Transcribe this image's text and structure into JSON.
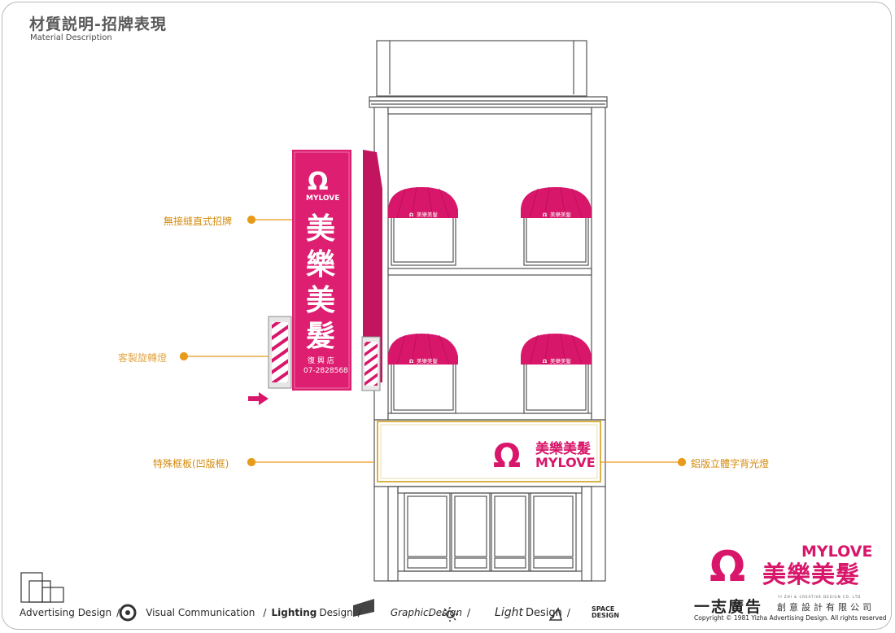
{
  "page": {
    "title": "材質説明-招牌表現",
    "subtitle": "Material Description"
  },
  "sign": {
    "logo_text": "MYLOVE",
    "chars": [
      "美",
      "樂",
      "美",
      "髮"
    ],
    "branch": "復 興 店",
    "phone": "07-2828568"
  },
  "awning_text": "美樂美髮",
  "frame_sign": {
    "chinese": "美樂美髮",
    "english": "MYLOVE"
  },
  "callouts": {
    "vertical_sign": "無接縫直式招牌",
    "barber_pole": "客製旋轉燈",
    "frame_board": "特殊框板(凹版框)",
    "letters_backlight": "鋁版立體字背光燈"
  },
  "footer": {
    "items": [
      "Advertising Design",
      "/",
      "Visual Communication",
      "/",
      "Lighting",
      "Design",
      "/",
      "GraphicDesign",
      "/",
      "Light",
      "Design",
      "/",
      "SPACE DESIGN"
    ]
  },
  "brand": {
    "mylove": "MYLOVE",
    "name": "美樂美髮"
  },
  "company": {
    "name": "一志廣告",
    "sub": "創意設計有限公司",
    "tiny": "YI ZHI & CREATIVE DESIGN CO. LTD",
    "copyright": "Copyright © 1981  Yizha Advertising Design. All rights reserved"
  },
  "colors": {
    "brand_pink": "#d8166a",
    "sign_pink": "#de1e70",
    "callout_orange": "#e89a1a",
    "frame_gold": "#d9b24a"
  }
}
